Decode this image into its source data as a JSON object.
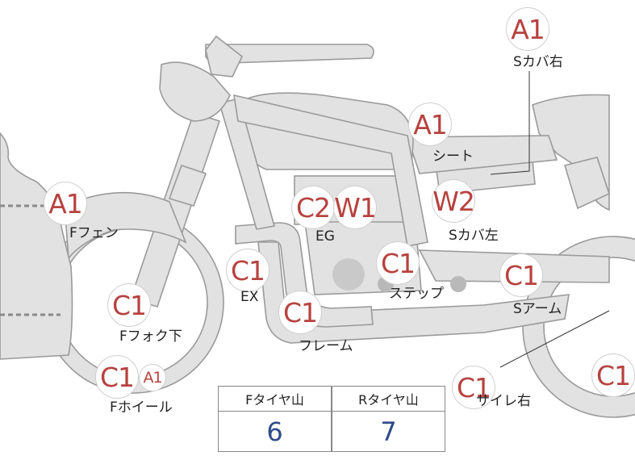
{
  "badges": {
    "s_cover_right": "A1",
    "seat": "A1",
    "front_fender": "A1",
    "engine_c2": "C2",
    "engine_w1": "W1",
    "s_cover_left": "W2",
    "exhaust": "C1",
    "step": "C1",
    "swing_arm": "C1",
    "front_fork": "C1",
    "frame": "C1",
    "front_wheel_c1": "C1",
    "front_wheel_a1": "A1",
    "silencer_right": "C1",
    "rear_wheel": "C1"
  },
  "labels": {
    "s_cover_right": "Sカバ右",
    "seat": "シート",
    "front_fender": "Fフェン",
    "engine": "EG",
    "s_cover_left": "Sカバ左",
    "exhaust": "EX",
    "step": "ステップ",
    "swing_arm": "Sアーム",
    "front_fork": "Fフォク下",
    "frame": "フレーム",
    "front_wheel": "Fホイール",
    "silencer_right": "サイレ右"
  },
  "tread_table": {
    "front_header": "Fタイヤ山",
    "rear_header": "Rタイヤ山",
    "front_value": "6",
    "rear_value": "7"
  }
}
